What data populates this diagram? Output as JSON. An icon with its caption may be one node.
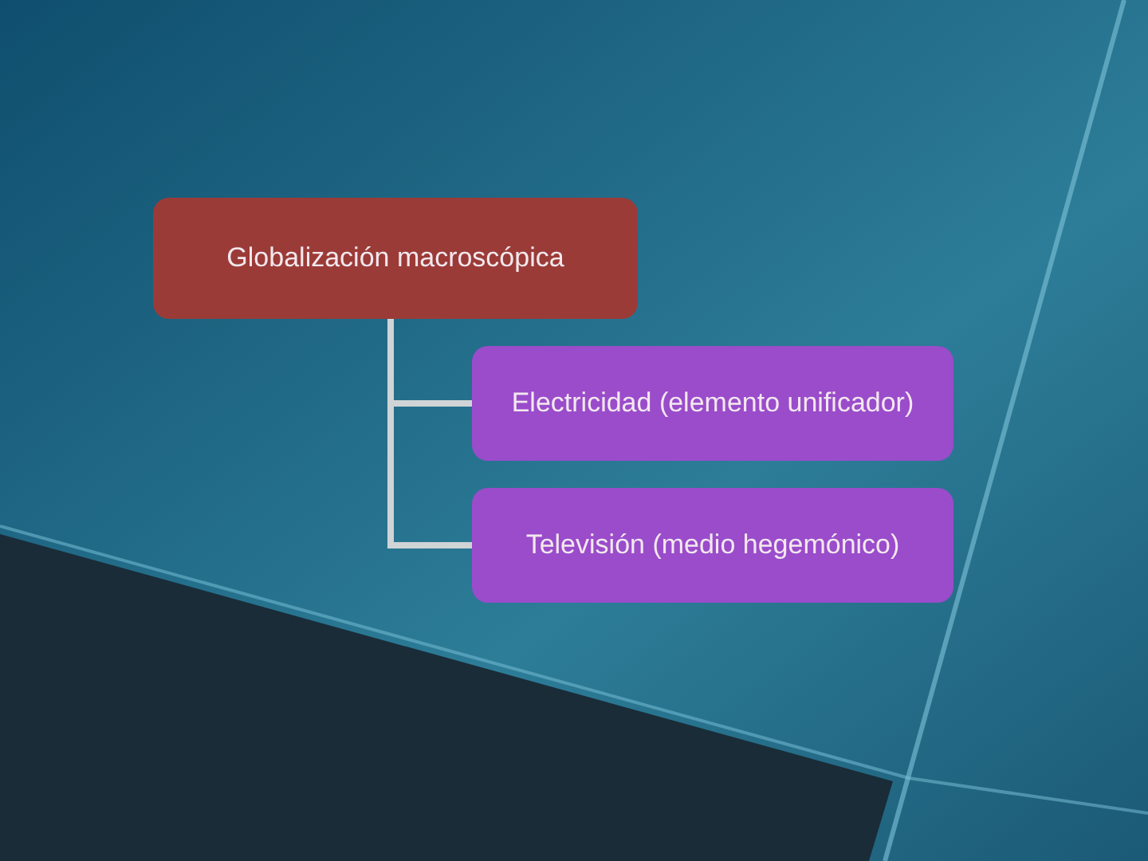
{
  "diagram": {
    "nodes": [
      {
        "text": [
          "Globalización macroscópica"
        ]
      },
      {
        "text": [
          "Electricidad (elemento unificador)"
        ]
      },
      {
        "text": [
          "Televisión (medio hegemónico)"
        ]
      }
    ],
    "edges": [
      {
        "from": 0,
        "to": 1,
        "arrow": "none"
      },
      {
        "from": 0,
        "to": 2,
        "arrow": "none"
      }
    ]
  }
}
